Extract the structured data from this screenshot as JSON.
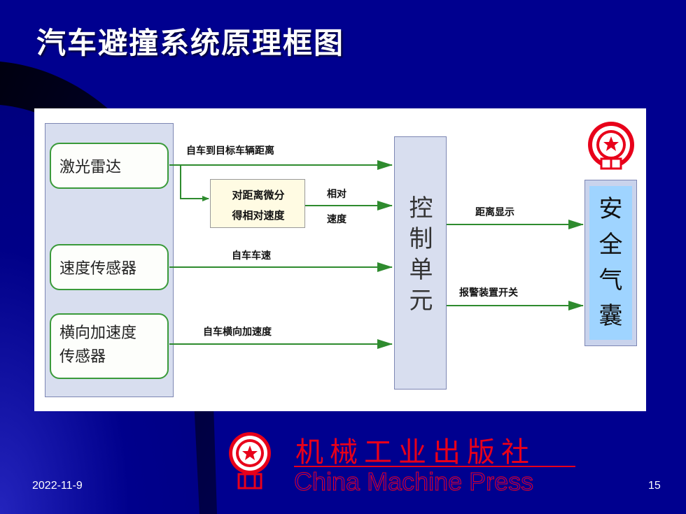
{
  "slide": {
    "title": "汽车避撞系统原理框图",
    "date": "2022-11-9",
    "page_number": "15"
  },
  "diagram": {
    "sensors": [
      {
        "label_lines": [
          "激光雷达"
        ]
      },
      {
        "label_lines": [
          "速度传感器"
        ]
      },
      {
        "label_lines": [
          "横向加速度",
          "传感器"
        ]
      }
    ],
    "calc_box": {
      "line1": "对距离微分",
      "line2": "得相对速度"
    },
    "edge_labels": {
      "target_distance": "自车到目标车辆距离",
      "relative_speed_line1": "相对",
      "relative_speed_line2": "速度",
      "own_speed": "自车车速",
      "lateral_accel": "自车横向加速度",
      "distance_display": "距离显示",
      "alarm_switch": "报警装置开关"
    },
    "control_unit": [
      "控",
      "制",
      "单",
      "元"
    ],
    "airbag": [
      "安",
      "全",
      "气",
      "囊"
    ]
  },
  "publisher": {
    "name_cn": "机械工业出版社",
    "name_en": "China Machine Press"
  },
  "colors": {
    "background": "#00008f",
    "arrow": "#2e8b2e",
    "logo_red": "#e8001a"
  }
}
